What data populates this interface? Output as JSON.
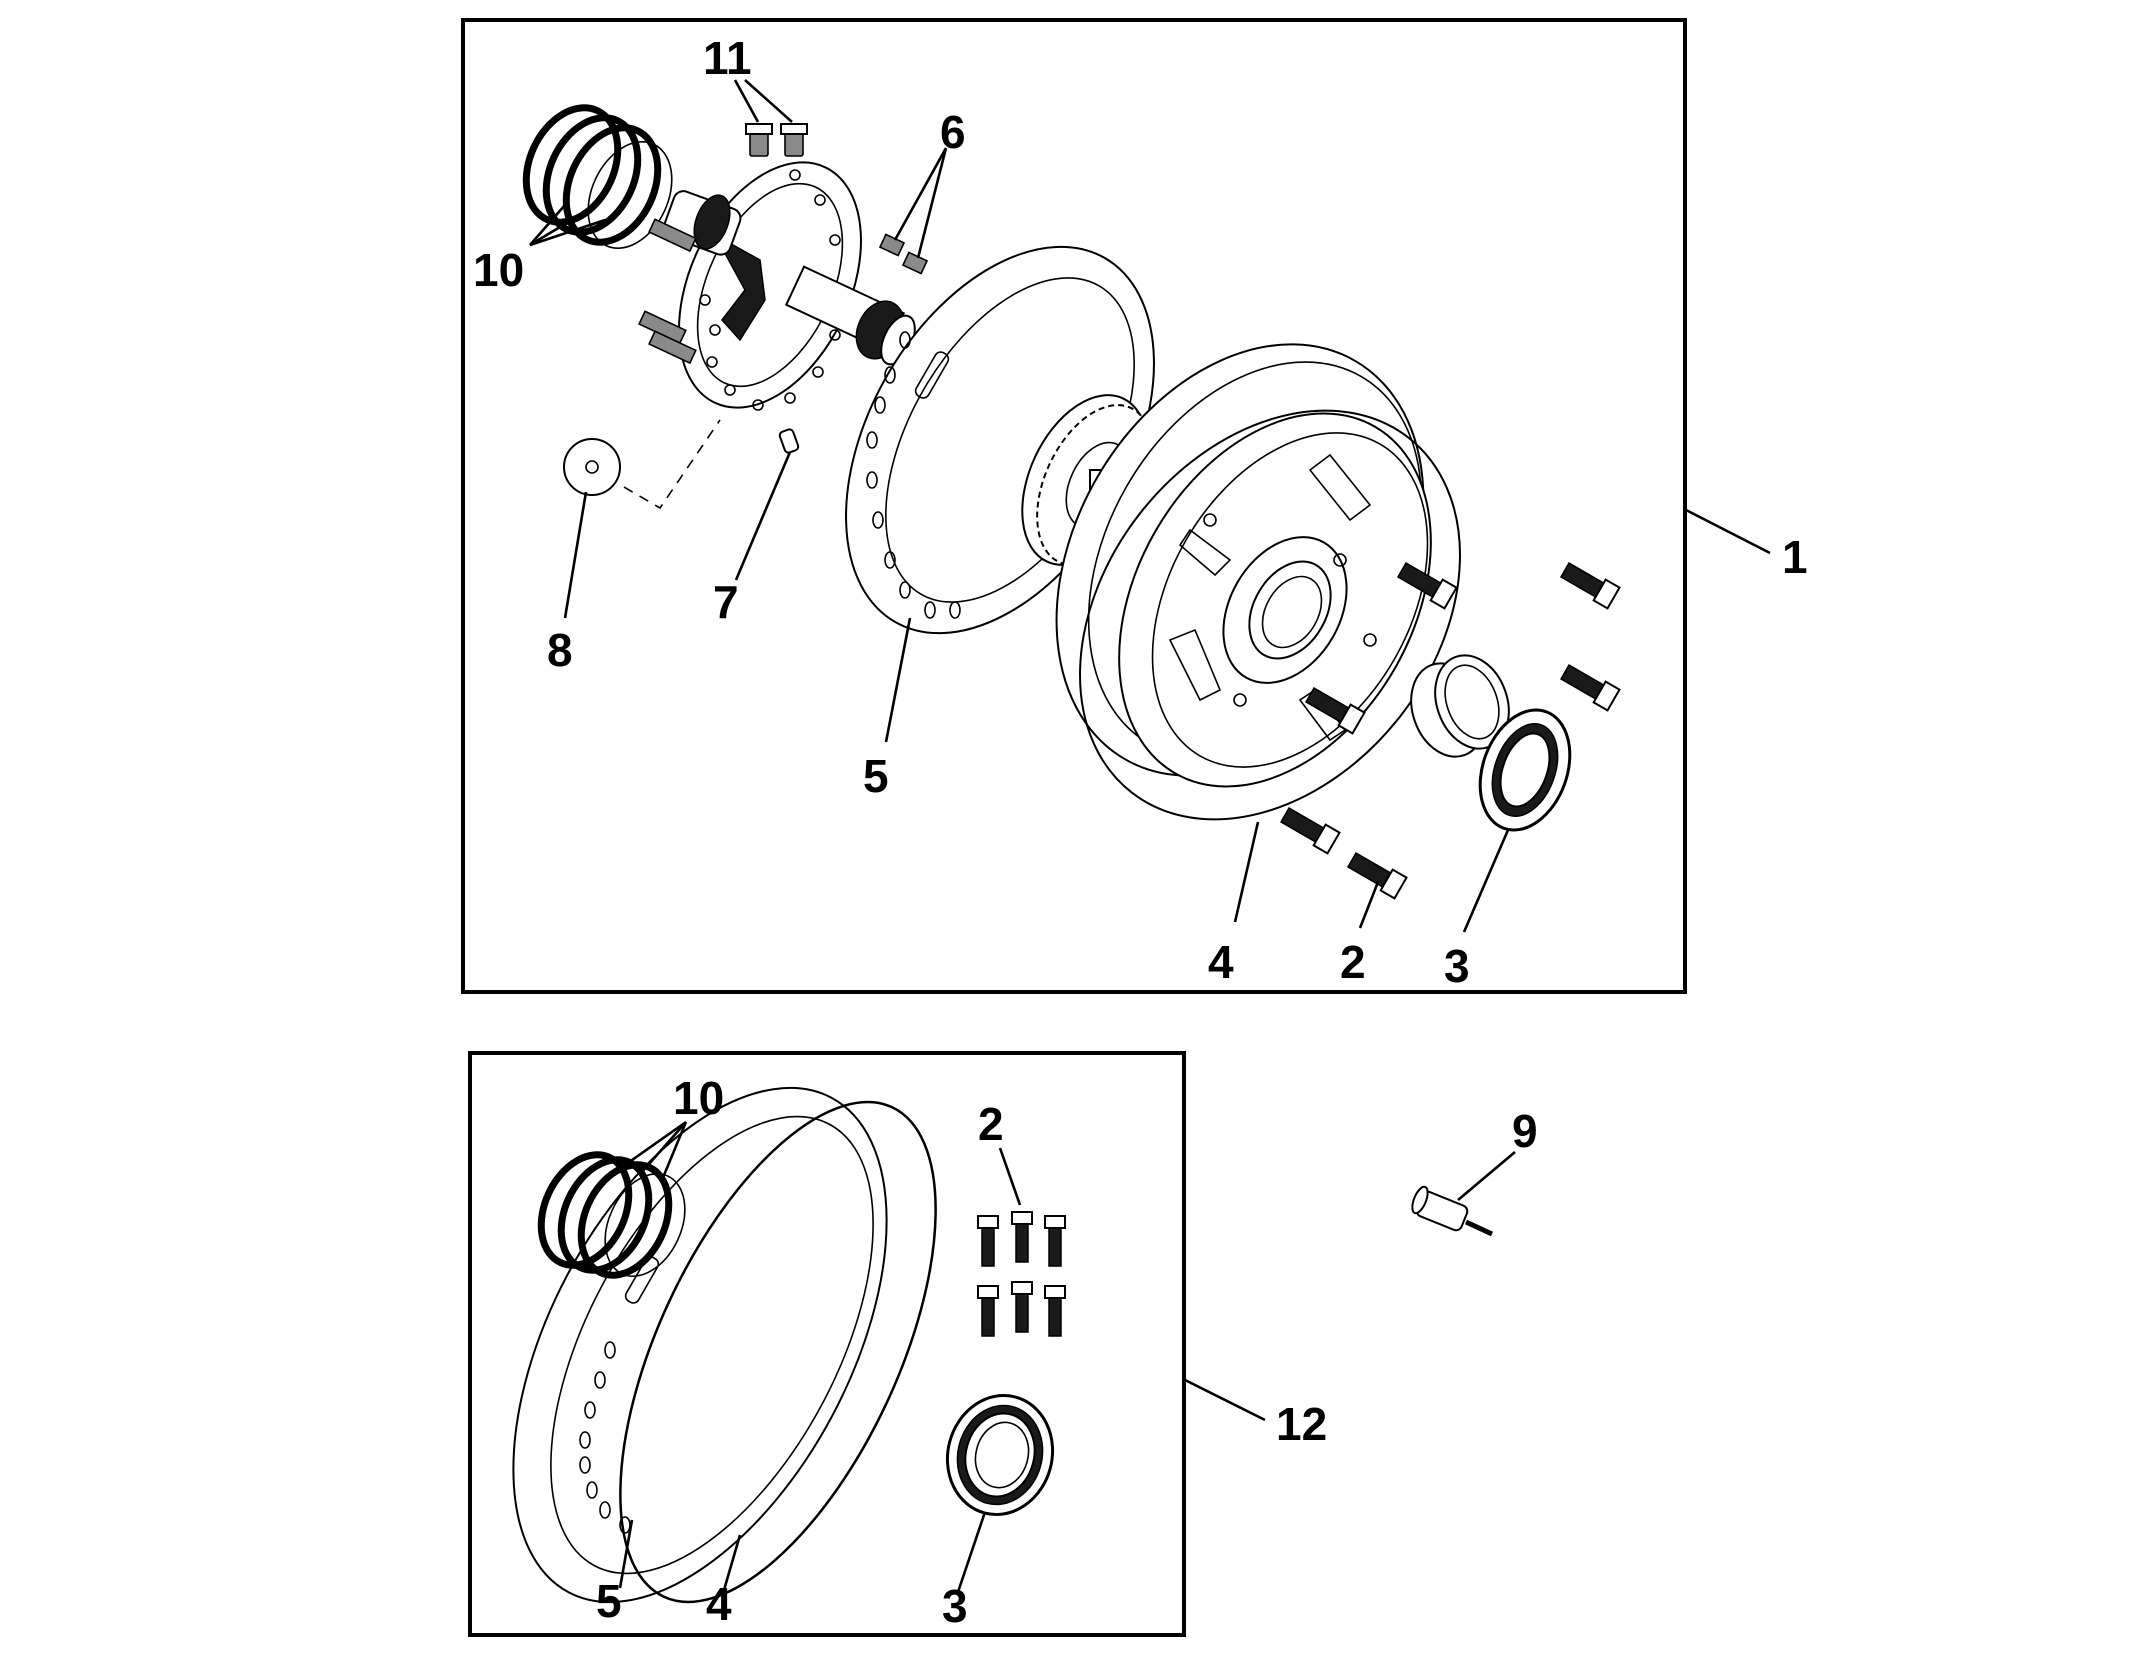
{
  "diagram": {
    "upper_assembly": {
      "callouts": {
        "pump_assembly": "1",
        "bolts": "2",
        "seal": "3",
        "o_ring": "4",
        "gasket": "5",
        "screws_6": "6",
        "pin_7": "7",
        "plug_8": "8",
        "seal_rings": "10",
        "bolts_11": "11"
      }
    },
    "loose_part": {
      "callouts": {
        "part_9": "9"
      }
    },
    "seal_kit": {
      "callouts": {
        "kit": "12",
        "seal_rings": "10",
        "bolts": "2",
        "gasket": "5",
        "o_ring": "4",
        "seal": "3"
      }
    }
  }
}
